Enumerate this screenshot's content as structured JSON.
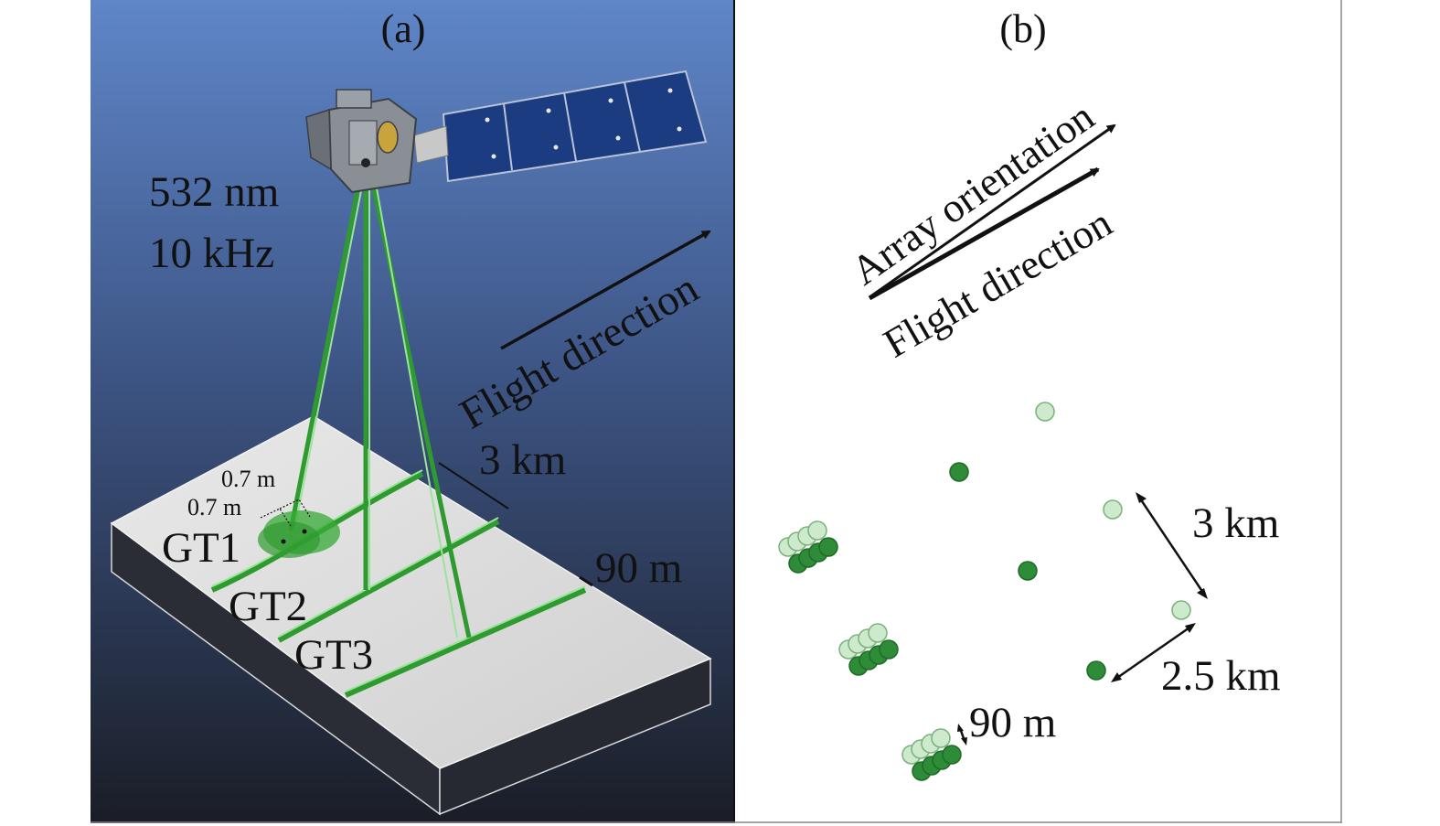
{
  "panel_a": {
    "label": "(a)",
    "wavelength": "532 nm",
    "rate": "10 kHz",
    "flight_direction": "Flight direction",
    "spacing_track": "3 km",
    "beam_pair_spacing": "90 m",
    "footprint_1": "0.7 m",
    "footprint_2": "0.7 m",
    "gt1": "GT1",
    "gt2": "GT2",
    "gt3": "GT3"
  },
  "panel_b": {
    "label": "(b)",
    "array_orientation": "Array orientation",
    "flight_direction": "Flight direction",
    "track_spacing": "3 km",
    "pair_offset": "2.5 km",
    "beam_pair_spacing": "90 m"
  },
  "colors": {
    "sky_top": "#5f86c9",
    "sky_bottom": "#1a1d26",
    "beam_dark": "#2f9a2f",
    "beam_light": "#9be39b",
    "strong_dot": "#2e8b37",
    "weak_dot": "#cdeacd"
  }
}
